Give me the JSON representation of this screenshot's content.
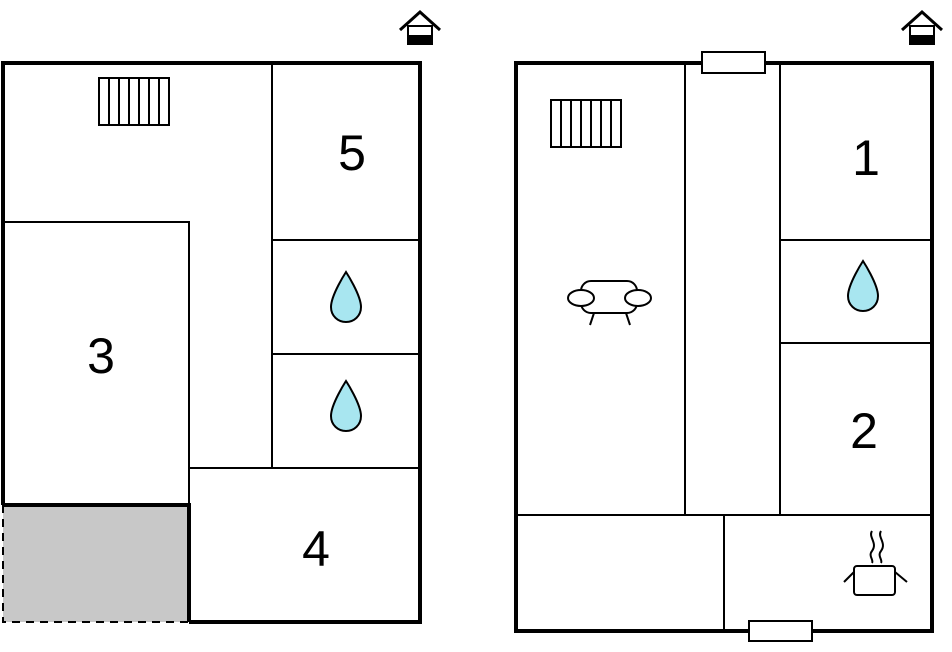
{
  "plans": [
    {
      "rooms": [
        {
          "label": "5"
        },
        {
          "label": "3"
        },
        {
          "label": "4"
        }
      ]
    },
    {
      "rooms": [
        {
          "label": "1"
        },
        {
          "label": "2"
        }
      ]
    }
  ],
  "colors": {
    "wall": "#000000",
    "water": "#a8e6f0",
    "terrace": "#c8c8c8",
    "background": "#ffffff"
  },
  "icons": [
    "house-icon",
    "radiator-icon",
    "water-drop-icon",
    "sofa-icon",
    "cooking-pot-icon",
    "window-icon"
  ]
}
